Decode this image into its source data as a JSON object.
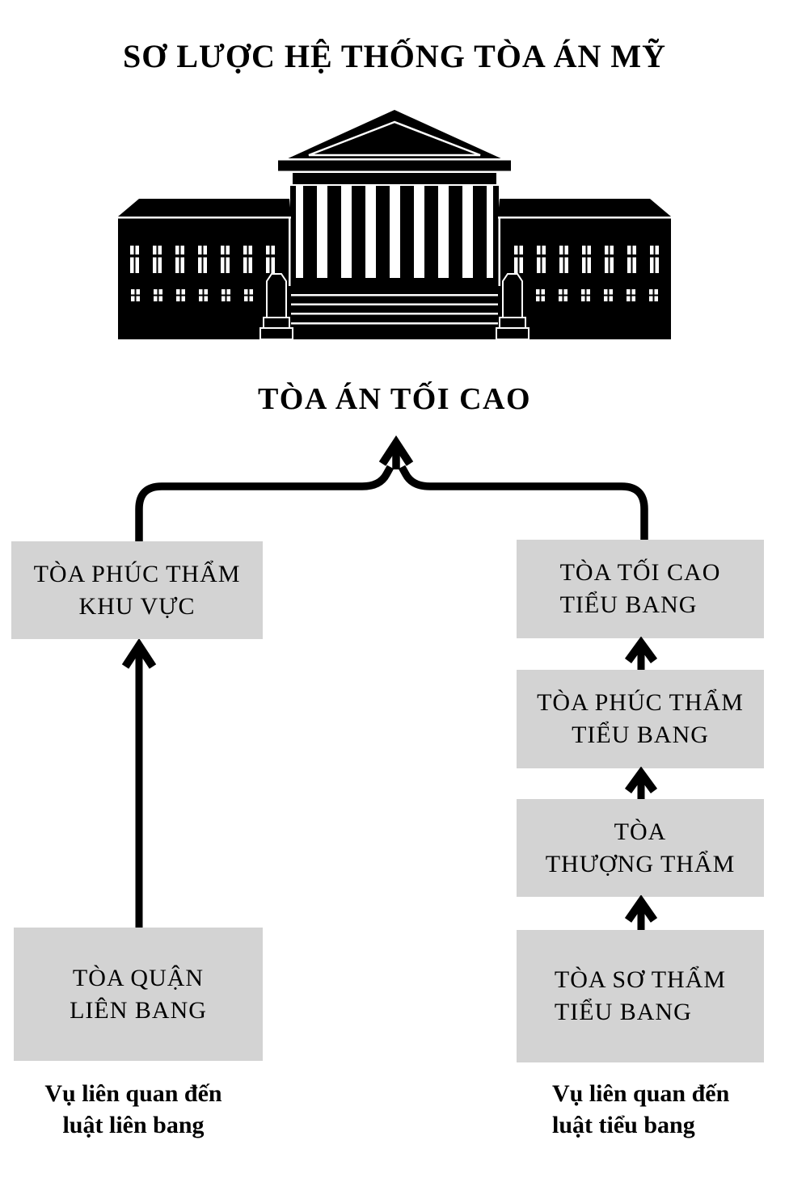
{
  "title": "SƠ LƯỢC HỆ THỐNG TÒA ÁN MỸ",
  "colors": {
    "page_background": "#ffffff",
    "box_background": "#d3d3d3",
    "ink": "#000000"
  },
  "supreme_court": {
    "icon": "supreme-court-building-icon",
    "label": "TÒA ÁN TỐI CAO"
  },
  "federal_branch": {
    "appeals_box": {
      "line1": "TÒA PHÚC THẨM",
      "line2": "KHU VỰC"
    },
    "district_box": {
      "line1": "TÒA QUẬN",
      "line2": "LIÊN BANG"
    },
    "caption": {
      "line1": "Vụ liên quan đến",
      "line2": "luật liên bang"
    }
  },
  "state_branch": {
    "supreme_box": {
      "line1": "TÒA TỐI CAO",
      "line2": "TIỂU BANG"
    },
    "appeals_box": {
      "line1": "TÒA PHÚC THẨM",
      "line2": "TIỂU BANG"
    },
    "superior_box": {
      "line1": "TÒA",
      "line2": "THƯỢNG THẨM"
    },
    "trial_box": {
      "line1": "TÒA SƠ THẨM",
      "line2": "TIỂU BANG"
    },
    "caption": {
      "line1": "Vụ liên quan đến",
      "line2": "luật tiểu bang"
    }
  }
}
